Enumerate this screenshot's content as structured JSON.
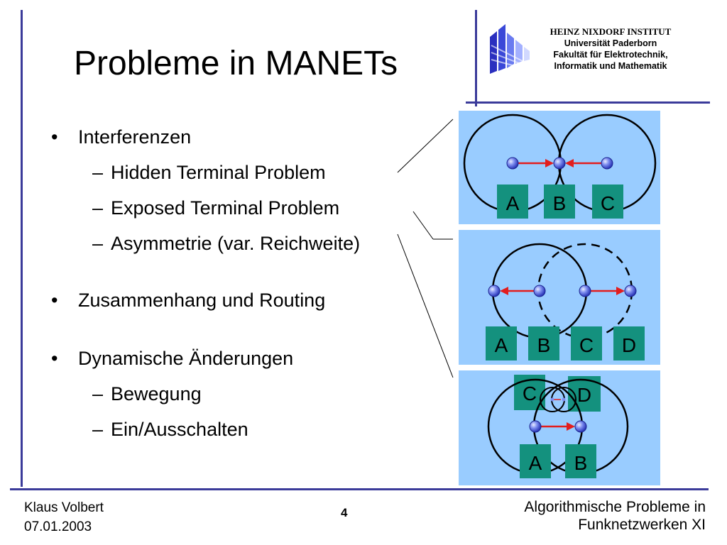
{
  "slide": {
    "title": "Probleme in MANETs",
    "page_number": "4"
  },
  "institute": {
    "line1": "HEINZ NIXDORF INSTITUT",
    "line2": "Universität Paderborn",
    "line3": "Fakultät für Elektrotechnik,",
    "line4": "Informatik und Mathematik"
  },
  "bullets": [
    {
      "text": "Interferenzen",
      "sub": [
        "Hidden Terminal Problem",
        "Exposed Terminal Problem",
        "Asymmetrie (var. Reichweite)"
      ]
    },
    {
      "text": "Zusammenhang und Routing",
      "sub": []
    },
    {
      "text": "Dynamische Änderungen",
      "sub": [
        "Bewegung",
        "Ein/Ausschalten"
      ]
    }
  ],
  "bullet_glyph": "•",
  "dash_glyph": "–",
  "diagrams": {
    "hidden_terminal": {
      "labels": [
        "A",
        "B",
        "C"
      ]
    },
    "exposed_terminal": {
      "labels": [
        "A",
        "B",
        "C",
        "D"
      ]
    },
    "asymmetry": {
      "labels": [
        "C",
        "D",
        "A",
        "B"
      ]
    }
  },
  "footer": {
    "author": "Klaus Volbert",
    "date": "07.01.2003",
    "course_line1": "Algorithmische Probleme in",
    "course_line2": "Funknetzwerken XI"
  },
  "colors": {
    "rule": "#3b3b9a",
    "panel": "#99ccff",
    "label_box": "#14917e",
    "arrow": "#e31d1d",
    "node": "#4a5cd8"
  },
  "icons": {
    "logo": "university-logo-icon"
  }
}
